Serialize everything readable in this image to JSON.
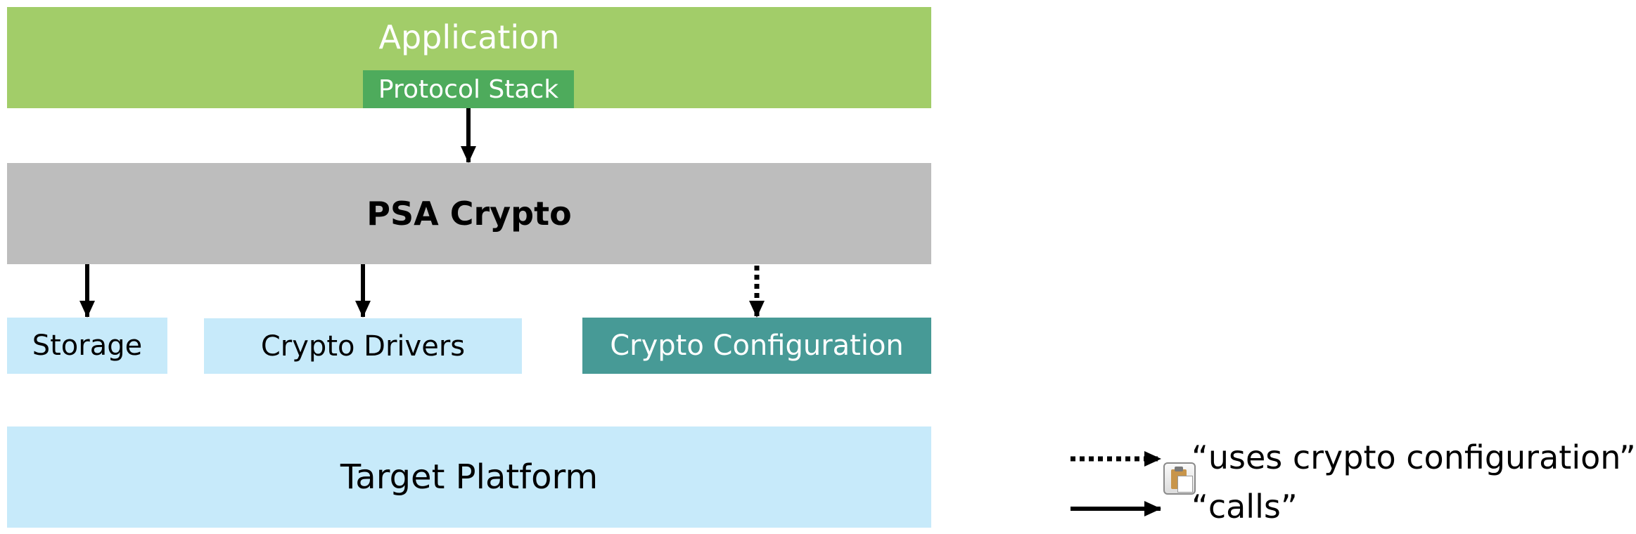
{
  "layers": {
    "application": "Application",
    "protocol_stack": "Protocol Stack",
    "psa_crypto": "PSA Crypto",
    "storage": "Storage",
    "crypto_drivers": "Crypto Drivers",
    "crypto_configuration": "Crypto Configuration",
    "target_platform": "Target Platform"
  },
  "legend": {
    "dotted_label": "“uses crypto configuration”",
    "solid_label": "“calls”"
  },
  "icons": {
    "legend_icon": "clipboard-icon"
  },
  "colors": {
    "application": "#a2cd69",
    "protocol_stack": "#4eab5c",
    "psa_crypto": "#bdbdbd",
    "light_blue": "#c7eafa",
    "crypto_configuration": "#479a96",
    "arrow": "#000000"
  }
}
